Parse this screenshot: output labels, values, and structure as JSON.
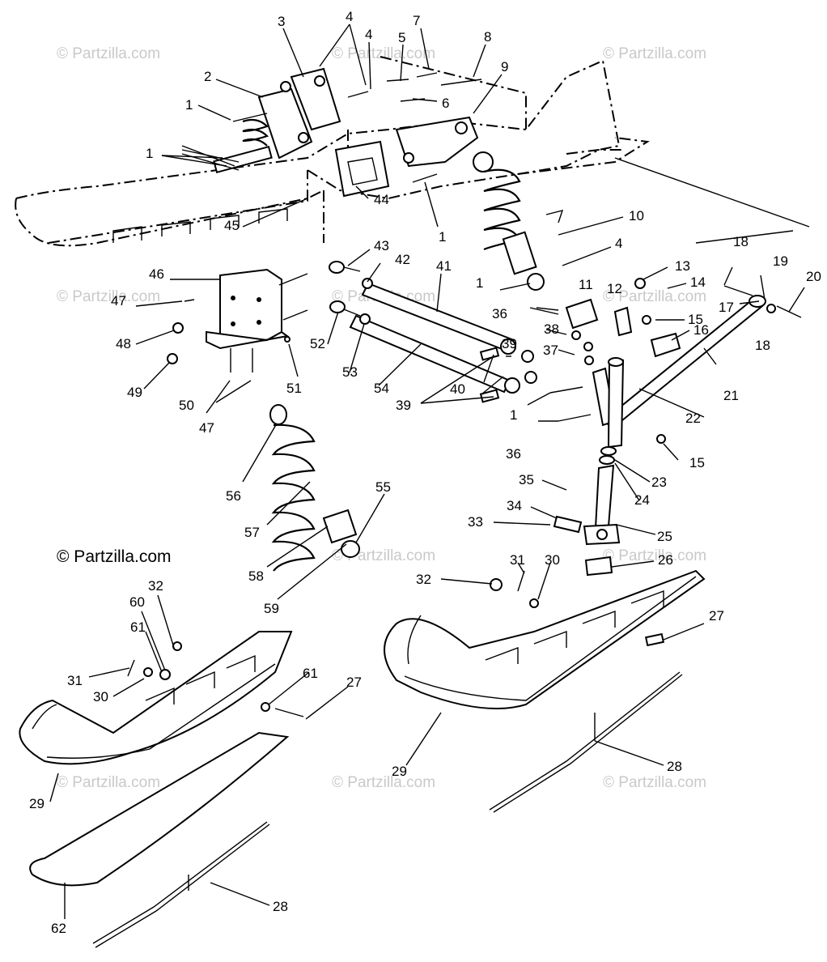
{
  "watermark": {
    "main": "© Partzilla.com",
    "faint": "© Partzilla.com"
  },
  "callouts": [
    "1",
    "2",
    "3",
    "4",
    "5",
    "6",
    "7",
    "8",
    "9",
    "10",
    "11",
    "12",
    "13",
    "14",
    "15",
    "16",
    "17",
    "18",
    "19",
    "20",
    "21",
    "22",
    "23",
    "24",
    "25",
    "26",
    "27",
    "28",
    "29",
    "30",
    "31",
    "32",
    "33",
    "34",
    "35",
    "36",
    "37",
    "38",
    "39",
    "40",
    "41",
    "42",
    "43",
    "44",
    "45",
    "46",
    "47",
    "48",
    "49",
    "50",
    "51",
    "52",
    "53",
    "54",
    "55",
    "56",
    "57",
    "58",
    "59",
    "60",
    "61",
    "62"
  ]
}
